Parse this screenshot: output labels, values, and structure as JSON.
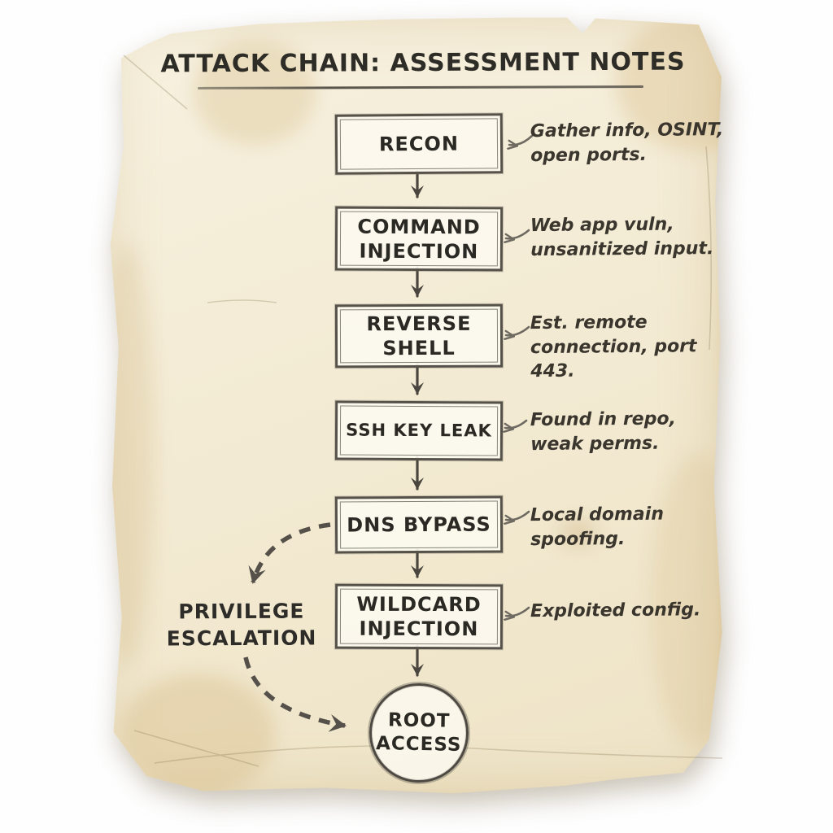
{
  "title": {
    "text": "ATTACK CHAIN: ASSESSMENT NOTES"
  },
  "palette": {
    "paper": "#f3ebd4",
    "paper_edge": "#e2cfa4",
    "ink": "#2b2924",
    "pencil": "#4e4a43",
    "note_ink": "#3a362e",
    "background": "#fefefe"
  },
  "diagram": {
    "steps": [
      {
        "id": "recon",
        "label": "RECON",
        "note": "Gather info, OSINT,\nopen ports."
      },
      {
        "id": "command-injection",
        "label": "COMMAND\nINJECTION",
        "note": "Web app vuln,\nunsanitized input."
      },
      {
        "id": "reverse-shell",
        "label": "REVERSE\nSHELL",
        "note": "Est. remote\nconnection, port 443."
      },
      {
        "id": "ssh-key-leak",
        "label": "SSH KEY LEAK",
        "note": "Found in repo,\nweak perms."
      },
      {
        "id": "dns-bypass",
        "label": "DNS BYPASS",
        "note": "Local domain\nspoofing."
      },
      {
        "id": "wildcard-injection",
        "label": "WILDCARD\nINJECTION",
        "note": "Exploited config."
      }
    ],
    "branch_label": "PRIVILEGE\nESCALATION",
    "terminal_label": "ROOT\nACCESS"
  }
}
